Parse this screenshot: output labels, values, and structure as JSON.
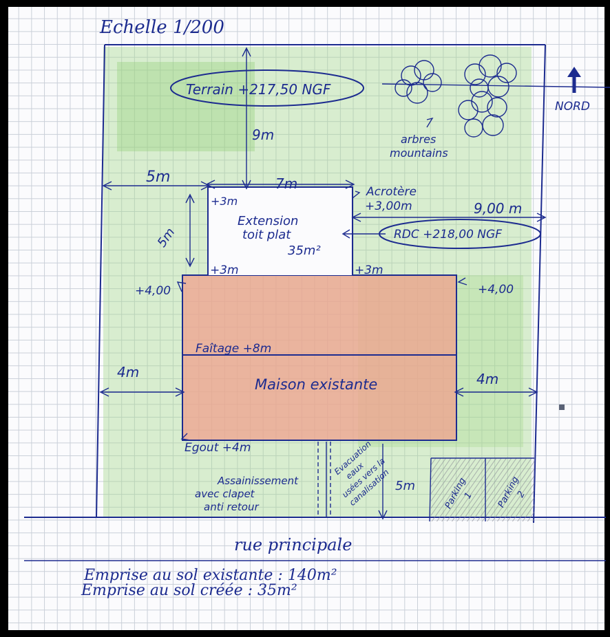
{
  "scale_label": "Echelle 1/200",
  "terrain_label": "Terrain +217,50 NGF",
  "north_label": "NORD",
  "trees_label_1": "arbres",
  "trees_label_2": "mountains",
  "dim_9m": "9m",
  "dim_5m_left": "5m",
  "dim_7m": "7m",
  "acrotere_1": "Acrotère",
  "acrotere_2": "+3,00m",
  "dim_9_00m": "9,00 m",
  "extension_1": "Extension",
  "extension_2": "toit plat",
  "extension_3": "35m²",
  "rdc_label": "RDC +218,00 NGF",
  "dim_5m_vertical": "5m",
  "mark_3m_top_left": "+3m",
  "mark_3m_bottom_left": "+3m",
  "mark_3m_bottom_right": "+3m",
  "mark_400_left": "+4,00",
  "mark_400_right": "+4,00",
  "faitage_label": "Faîtage +8m",
  "maison_label": "Maison existante",
  "dim_4m_left": "4m",
  "dim_4m_right": "4m",
  "egout_label": "Egout +4m",
  "assainissement_1": "Assainissement",
  "assainissement_2": "avec clapet",
  "assainissement_3": "anti retour",
  "evacuation_1": "Evacuation",
  "evacuation_2": "eaux",
  "evacuation_3": "usées vers la",
  "evacuation_4": "canalisation",
  "dim_5m_bottom": "5m",
  "parking_1": "Parking",
  "parking_1_num": "1",
  "parking_2": "Parking",
  "parking_2_num": "2",
  "street_label": "rue principale",
  "emprise_existante": "Emprise au sol existante : 140m²",
  "emprise_creee": "Emprise au sol créée : 35m²",
  "colors": {
    "ink": "#1c2b8f",
    "lawn": "#a8d88e",
    "house": "#f0a08e",
    "paving": "#b9bcc2"
  }
}
